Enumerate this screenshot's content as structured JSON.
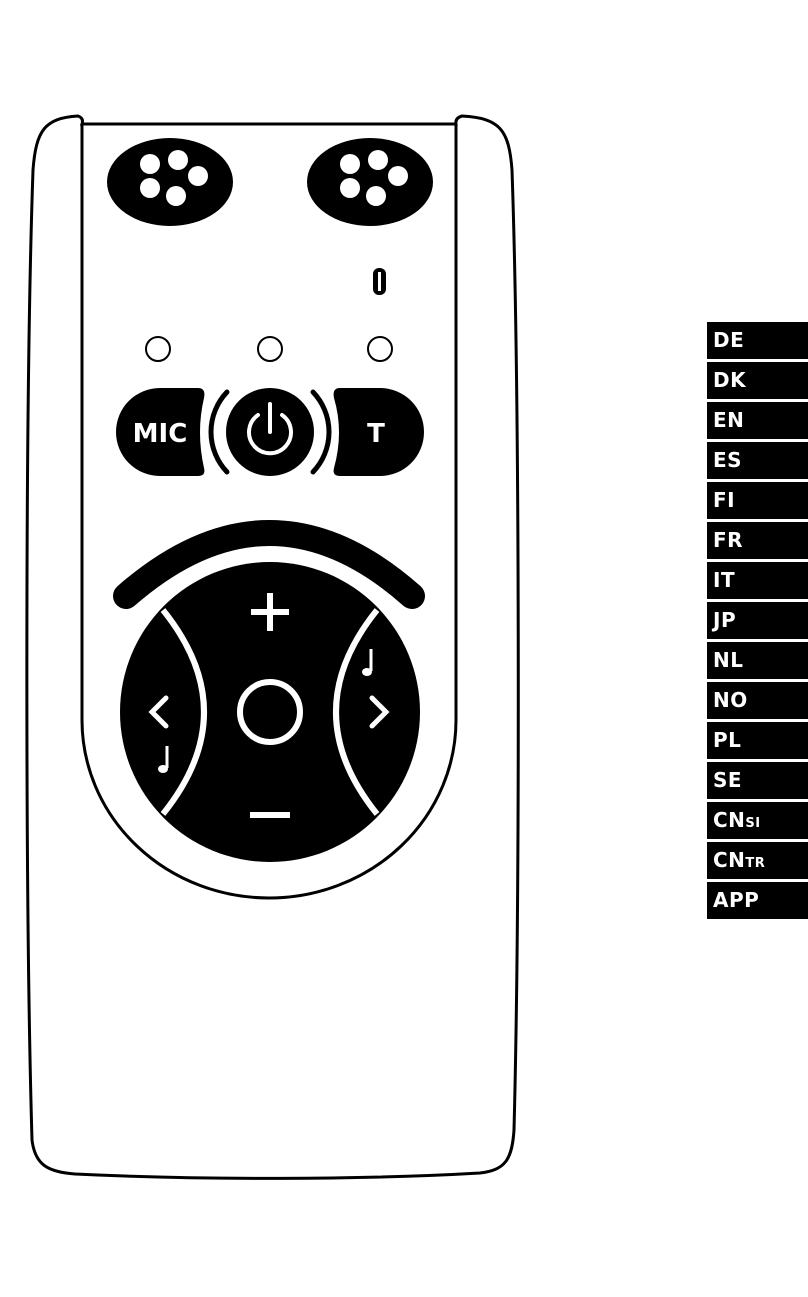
{
  "device": {
    "mic_label": "MIC",
    "t_label": "T"
  },
  "language_tabs": [
    {
      "code": "DE",
      "sub": ""
    },
    {
      "code": "DK",
      "sub": ""
    },
    {
      "code": "EN",
      "sub": ""
    },
    {
      "code": "ES",
      "sub": ""
    },
    {
      "code": "FI",
      "sub": ""
    },
    {
      "code": "FR",
      "sub": ""
    },
    {
      "code": "IT",
      "sub": ""
    },
    {
      "code": "JP",
      "sub": ""
    },
    {
      "code": "NL",
      "sub": ""
    },
    {
      "code": "NO",
      "sub": ""
    },
    {
      "code": "PL",
      "sub": ""
    },
    {
      "code": "SE",
      "sub": ""
    },
    {
      "code": "CN",
      "sub": "SI"
    },
    {
      "code": "CN",
      "sub": "TR"
    },
    {
      "code": "APP",
      "sub": ""
    }
  ],
  "colors": {
    "ink": "#000000",
    "paper": "#ffffff"
  }
}
